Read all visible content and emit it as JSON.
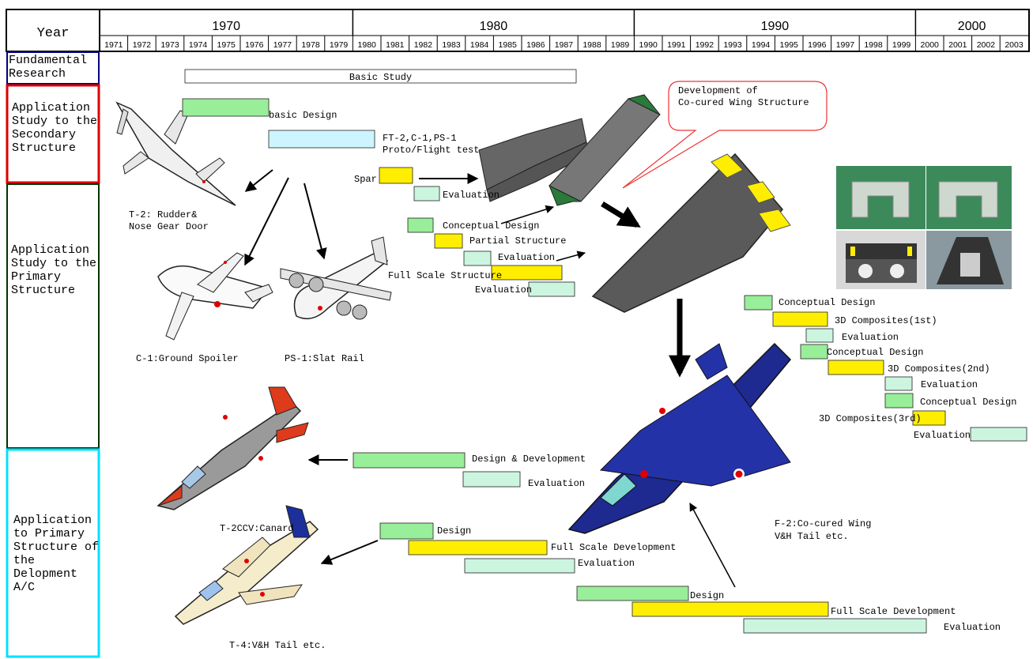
{
  "header": {
    "year_label": "Year"
  },
  "decades": [
    "1970",
    "1980",
    "1990",
    "2000"
  ],
  "years": [
    "1971",
    "1972",
    "1973",
    "1974",
    "1975",
    "1976",
    "1977",
    "1978",
    "1979",
    "1980",
    "1981",
    "1982",
    "1983",
    "1984",
    "1985",
    "1986",
    "1987",
    "1988",
    "1989",
    "1990",
    "1991",
    "1992",
    "1993",
    "1994",
    "1995",
    "1996",
    "1997",
    "1998",
    "1999",
    "2000",
    "2001",
    "2002",
    "2003"
  ],
  "rows": {
    "fundamental": "Fundamental\nResearch",
    "secondary": "Application\nStudy to the\nSecondary\nStructure",
    "primary": "Application\nStudy to the\nPrimary\nStructure",
    "development": "Application\nto Primary\nStructure of\nthe\nDelopment\nA/C"
  },
  "colors": {
    "white": "#ffffff",
    "green": "#99ee99",
    "light_blue": "#ccf5ff",
    "yellow": "#ffee00",
    "mint": "#ccf5e0",
    "border_fundamental": "#000080",
    "border_secondary": "#dd0000",
    "border_primary": "#003300",
    "border_development": "#00e0ff",
    "callout": "#ee3333"
  },
  "bars": [
    {
      "name": "basic-study-bar",
      "label": "Basic Study",
      "start": 1974,
      "end": 1989,
      "color": "white"
    },
    {
      "name": "basic-design-bar",
      "label": "basic Design",
      "start": 1974,
      "end": 1977,
      "color": "green"
    },
    {
      "name": "proto-flight-bar",
      "label": "FT-2,C-1,PS-1\nProto/Flight test",
      "start": 1977,
      "end": 1981,
      "color": "light_blue"
    },
    {
      "name": "spar-bar",
      "label": "Spar",
      "start": 1980,
      "end": 1981,
      "color": "yellow"
    },
    {
      "name": "spar-eval-bar",
      "label": "Evaluation",
      "start": 1981,
      "end": 1982,
      "color": "mint"
    },
    {
      "name": "conceptual-bar",
      "label": "Conceptual  Design",
      "start": 1981,
      "end": 1982,
      "color": "green"
    },
    {
      "name": "partial-structure-bar",
      "label": "Partial Structure",
      "start": 1982,
      "end": 1983,
      "color": "yellow"
    },
    {
      "name": "partial-eval-bar",
      "label": "Evaluation",
      "start": 1983,
      "end": 1984,
      "color": "mint"
    },
    {
      "name": "full-scale-structure-bar",
      "label": "Full Scale Structure",
      "start": 1984,
      "end": 1986,
      "color": "yellow"
    },
    {
      "name": "full-scale-eval-bar",
      "label": "Evaluation",
      "start": 1985,
      "end": 1987,
      "color": "mint"
    },
    {
      "name": "3d-conceptual-1-bar",
      "label": "Conceptual  Design",
      "start": 1993,
      "end": 1994,
      "color": "green"
    },
    {
      "name": "3d-composites-1-bar",
      "label": "3D Composites(1st)",
      "start": 1994,
      "end": 1996,
      "color": "yellow"
    },
    {
      "name": "3d-eval-1-bar",
      "label": "Evaluation",
      "start": 1995,
      "end": 1996,
      "color": "mint"
    },
    {
      "name": "3d-conceptual-2-bar",
      "label": "Conceptual  Design",
      "start": 1995,
      "end": 1996,
      "color": "green"
    },
    {
      "name": "3d-composites-2-bar",
      "label": "3D Composites(2nd)",
      "start": 1996,
      "end": 1998,
      "color": "yellow"
    },
    {
      "name": "3d-eval-2-bar",
      "label": "Evaluation",
      "start": 1998,
      "end": 1999,
      "color": "mint"
    },
    {
      "name": "3d-conceptual-3-bar",
      "label": "Conceptual  Design",
      "start": 1998,
      "end": 1999,
      "color": "green"
    },
    {
      "name": "3d-composites-3-bar",
      "label": "3D Composites(3rd)",
      "start": 1999,
      "end": 2000,
      "color": "yellow"
    },
    {
      "name": "3d-eval-3-bar",
      "label": "Evaluation",
      "start": 2001,
      "end": 2003,
      "color": "mint"
    },
    {
      "name": "canard-design-bar",
      "label": "Design & Development",
      "start": 1980,
      "end": 1983,
      "color": "green"
    },
    {
      "name": "canard-eval-bar",
      "label": "Evaluation",
      "start": 1983,
      "end": 1985,
      "color": "mint"
    },
    {
      "name": "t4-design-bar",
      "label": "Design",
      "start": 1981,
      "end": 1982,
      "color": "green"
    },
    {
      "name": "t4-full-scale-bar",
      "label": "Full Scale Development",
      "start": 1982,
      "end": 1987,
      "color": "yellow"
    },
    {
      "name": "t4-eval-bar",
      "label": "Evaluation",
      "start": 1984,
      "end": 1988,
      "color": "mint"
    },
    {
      "name": "f2-design-bar",
      "label": "Design",
      "start": 1988,
      "end": 1992,
      "color": "green"
    },
    {
      "name": "f2-full-scale-bar",
      "label": "Full Scale Development",
      "start": 1990,
      "end": 1997,
      "color": "yellow"
    },
    {
      "name": "f2-eval-bar",
      "label": "Evaluation",
      "start": 1994,
      "end": 1999,
      "color": "mint"
    }
  ],
  "captions": {
    "t2": "T-2: Rudder&\nNose Gear Door",
    "c1": "C-1:Ground Spoiler",
    "ps1": "PS-1:Slat Rail",
    "t2ccv": "T-2CCV:Canard",
    "t4": "T-4:V&H Tail etc.",
    "f2": "F-2:Co-cured Wing\n V&H Tail etc.",
    "callout": "Development of\n Co-cured Wing Structure"
  }
}
